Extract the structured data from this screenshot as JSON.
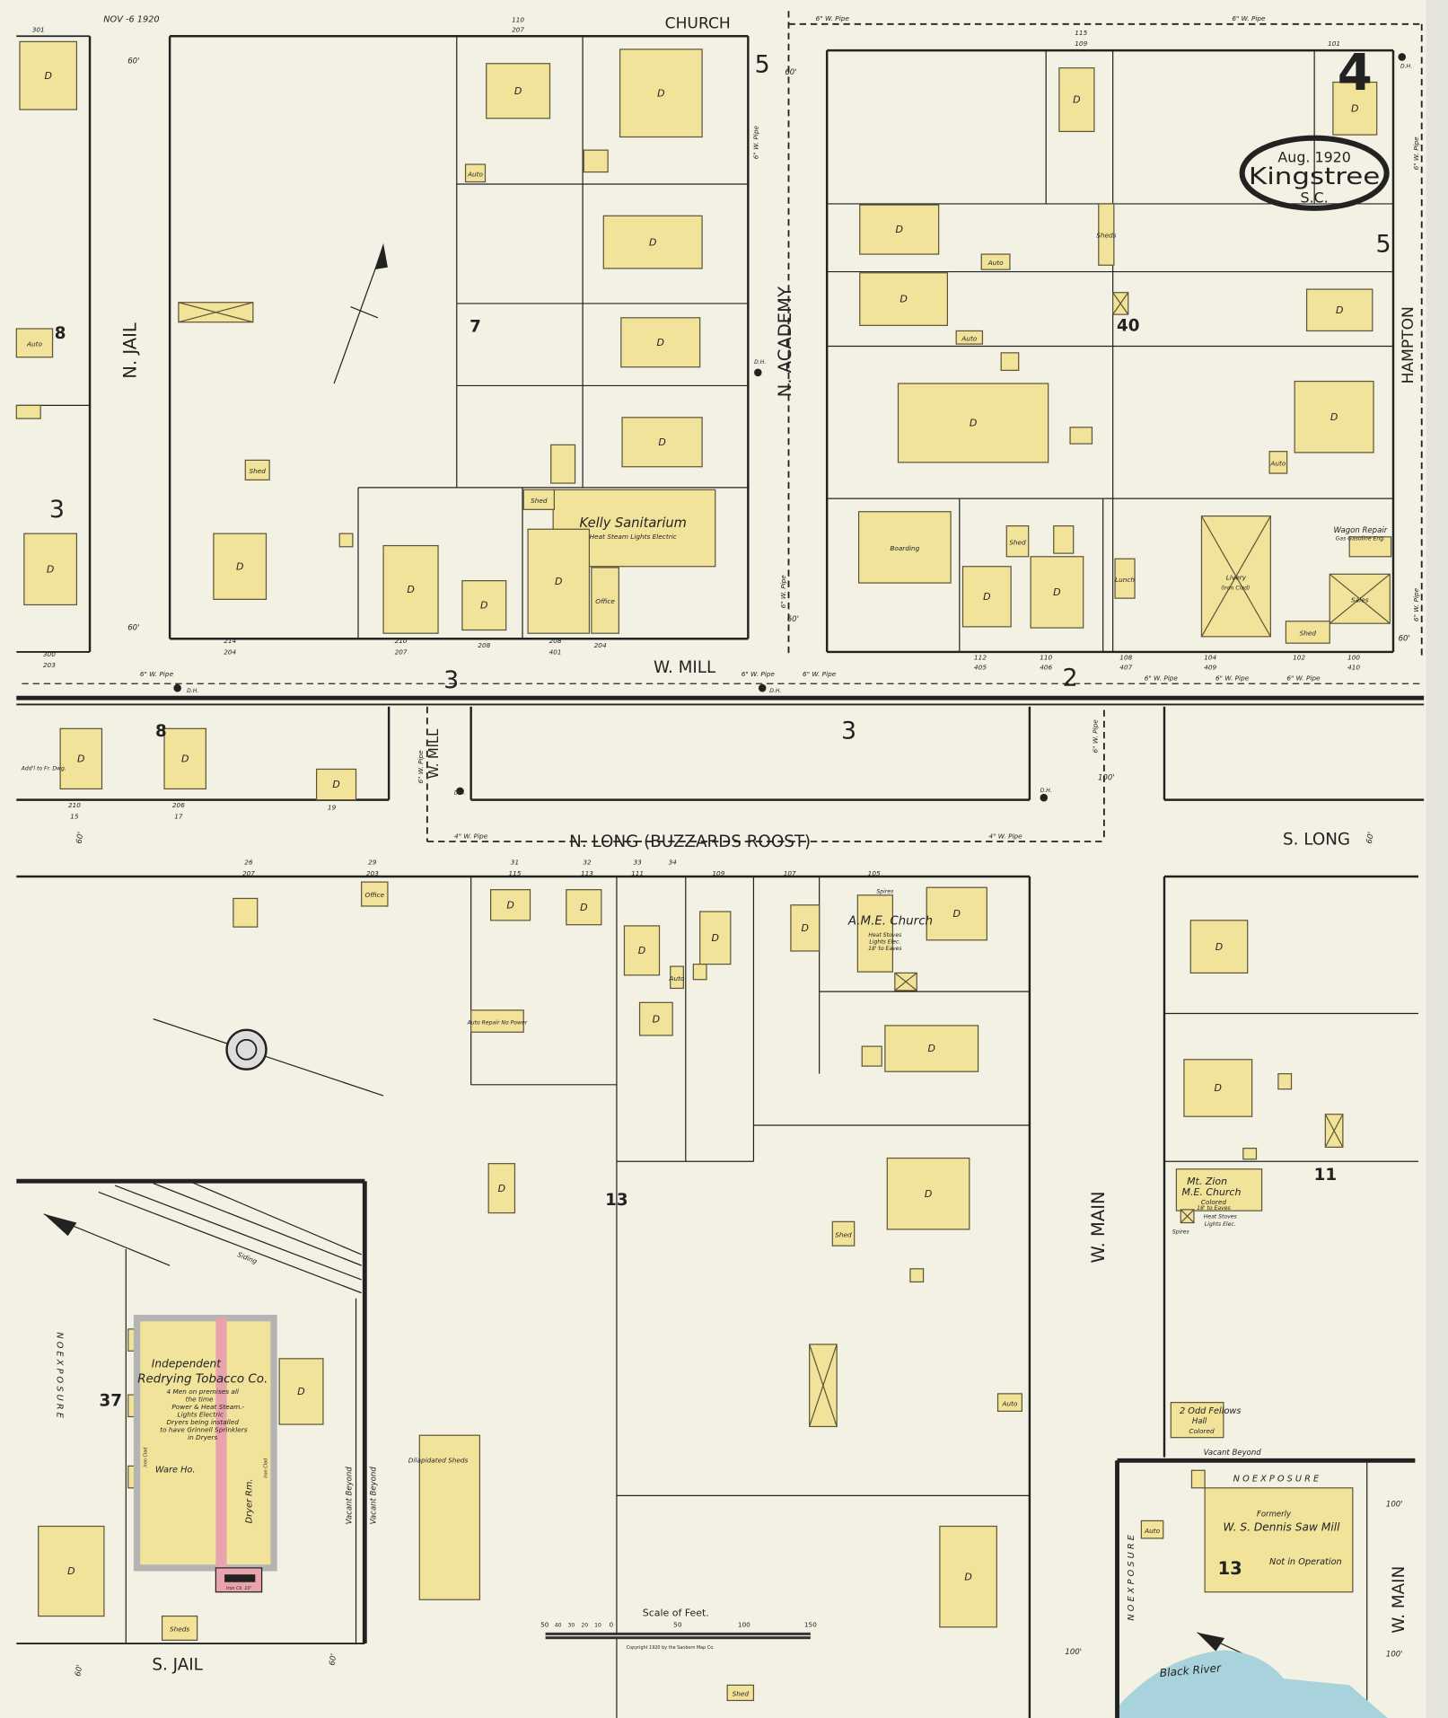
{
  "title_cartouche": {
    "date": "Aug. 1920",
    "town": "Kingstree",
    "state": "S.C."
  },
  "sheet_number": "4",
  "stamp": "NOV -6 1920",
  "streets": {
    "church": "CHURCH",
    "n_jail": "N. JAIL",
    "n_academy": "N. ACADEMY",
    "hampton": "HAMPTON",
    "w_mill": "W. MILL",
    "w_mill_vertical": "W. MILL",
    "n_long": "N. LONG  (BUZZARDS ROOST)",
    "s_long": "S. LONG",
    "w_main": "W. MAIN",
    "w_main_inset": "W. MAIN",
    "s_jail": "S. JAIL"
  },
  "block_numbers": [
    "5",
    "5",
    "8",
    "3",
    "7",
    "40",
    "3",
    "2",
    "3",
    "8",
    "13",
    "11",
    "37",
    "13"
  ],
  "building_labels": {
    "dwelling": "D",
    "auto": "Auto",
    "shed": "Shed",
    "sheds": "Sheds",
    "office": "Office",
    "boarding": "Boarding",
    "lunch": "Lunch",
    "livery": "Livery",
    "sales": "Sales",
    "auto_repair": "Auto Repair No Power"
  },
  "notes": {
    "kelly": {
      "name": "Kelly Sanitarium",
      "detail": "Heat Steam  Lights Electric"
    },
    "livery_detail": "(Iron Clad)",
    "wagon": {
      "name": "Wagon Repair",
      "detail": "Gas Gasoline Eng."
    },
    "ame": {
      "name": "A.M.E. Church",
      "spires": "Spires",
      "lines": [
        "Heat Stoves",
        "Lights Elec.",
        "18' to Eaves"
      ]
    },
    "mt_zion": {
      "lines": [
        "Mt. Zion",
        "M.E. Church",
        "Colored",
        "18' to Eaves"
      ],
      "detail": [
        "Heat Stoves",
        "Lights Elec."
      ],
      "spires": "Spires"
    },
    "odd_fellows": [
      "2 Odd Fellows",
      "Hall",
      "Colored"
    ],
    "addl": "Add'l to Fr. Dwg.",
    "dilapidated": "Dilapidated Sheds",
    "vacant_beyond": "Vacant Beyond",
    "no_exposure": "N O   E X P O S U R E",
    "siding": "Siding",
    "river": "Black River",
    "tobacco": {
      "name1": "Independent",
      "name2": "Redrying Tobacco Co.",
      "lines": [
        "4 Men on premises all",
        "the time",
        "Power & Heat Steam.-",
        "Lights Electric",
        "Dryers being installed",
        "to have Grinnell Sprinklers",
        "in Dryers"
      ],
      "ware": "Ware Ho.",
      "dryer": "Dryer Rm.",
      "iron_clad": "Iron Clad",
      "iron_ck": "Iron Ck. 10'"
    },
    "sawmill": {
      "line1": "Formerly",
      "line2": "W. S. Dennis Saw Mill",
      "line3": "Not in Operation"
    }
  },
  "pipes": {
    "six": "6\" W. Pipe",
    "four": "4\" W. Pipe"
  },
  "hydrant": "D.H.",
  "addresses": [
    "110",
    "207",
    "115",
    "109",
    "101",
    "214",
    "204",
    "210",
    "207",
    "208",
    "208",
    "401",
    "204",
    "112",
    "405",
    "110",
    "406",
    "108",
    "407",
    "104",
    "409",
    "102",
    "100",
    "410",
    "210",
    "15",
    "206",
    "17",
    "19",
    "26",
    "207",
    "29",
    "203",
    "31",
    "115",
    "32",
    "113",
    "33",
    "111",
    "34",
    "109",
    "107",
    "105",
    "300",
    "203",
    "301"
  ],
  "dimensions": {
    "sixty": "60'",
    "hundred": "100'"
  },
  "scale": {
    "title": "Scale of Feet.",
    "ticks": [
      "50",
      "40",
      "30",
      "20",
      "10",
      "0",
      "50",
      "100",
      "150"
    ],
    "copyright": "Copyright 1920 by the Sanborn Map Co."
  },
  "colors": {
    "paper": "#f3f1e3",
    "frame": "#eaeadf",
    "frame_building": "#f1e39a",
    "brick": "#e9a3ad",
    "iron_clad": "#b4b4b4",
    "water": "#a9d3dc",
    "ink": "#222222"
  }
}
